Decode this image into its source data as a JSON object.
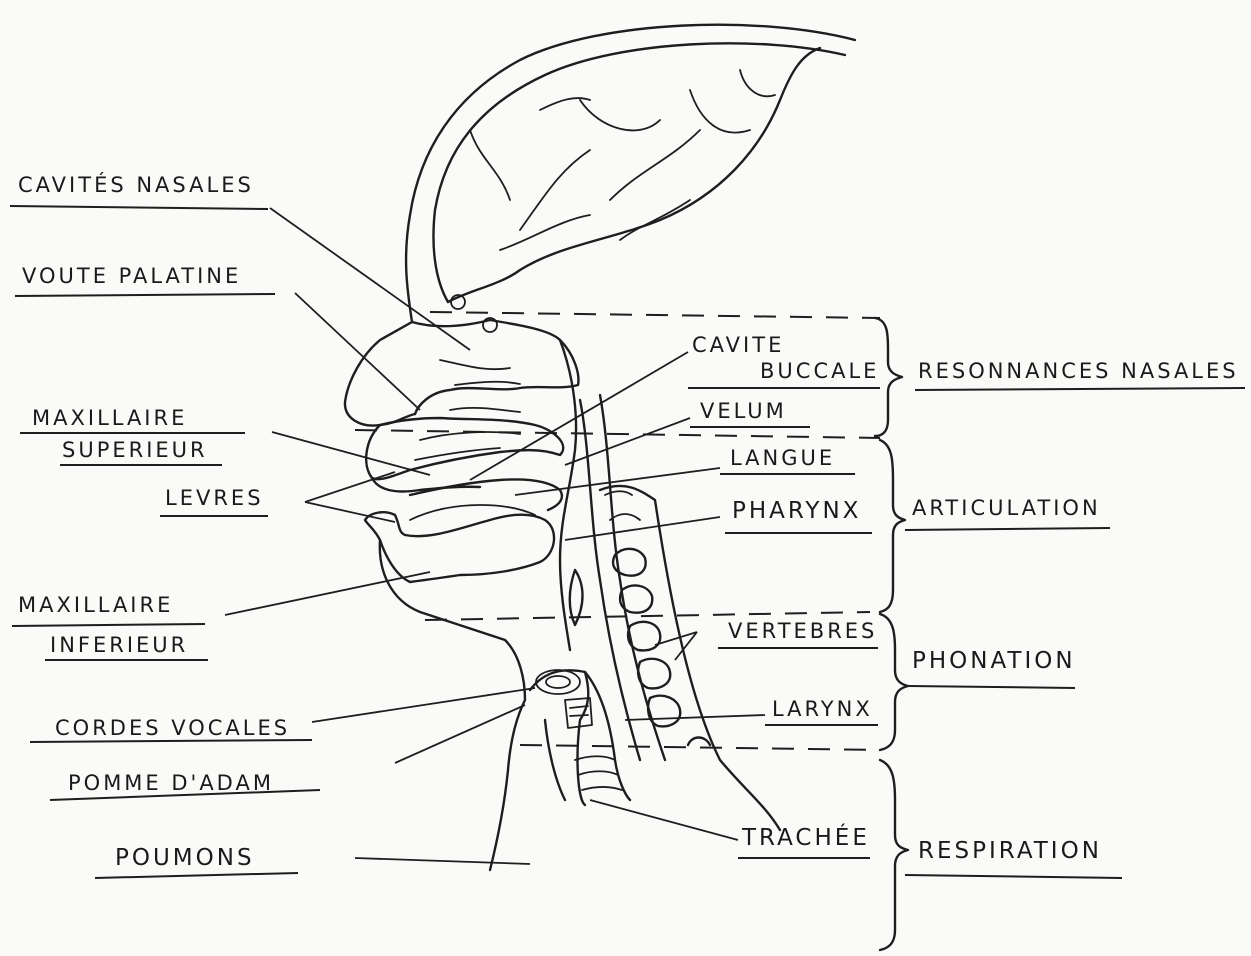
{
  "labels": {
    "cavites_nasales": "CAVITÉS NASALES",
    "voute_palatine": "VOUTE PALATINE",
    "maxillaire_superieur_1": "MAXILLAIRE",
    "maxillaire_superieur_2": "SUPERIEUR",
    "levres": "LEVRES",
    "maxillaire_inferieur_1": "MAXILLAIRE",
    "maxillaire_inferieur_2": "INFERIEUR",
    "cordes_vocales": "CORDES VOCALES",
    "pomme_adam": "POMME D'ADAM",
    "poumons": "POUMONS",
    "cavite_buccale_1": "CAVITE",
    "cavite_buccale_2": "BUCCALE",
    "velum": "VELUM",
    "langue": "LANGUE",
    "pharynx": "PHARYNX",
    "vertebres": "VERTEBRES",
    "larynx": "LARYNX",
    "trachee": "TRACHÉE"
  },
  "regions": {
    "resonnances_nasales": "RESONNANCES NASALES",
    "articulation": "ARTICULATION",
    "phonation": "PHONATION",
    "respiration": "RESPIRATION"
  }
}
